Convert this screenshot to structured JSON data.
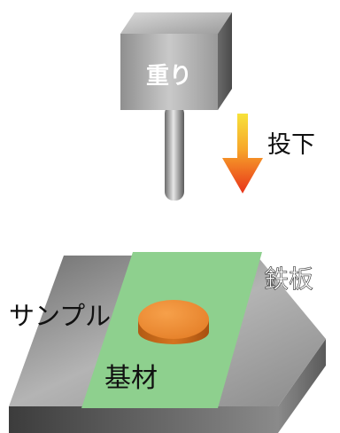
{
  "labels": {
    "weight": "重り",
    "drop": "投下",
    "iron_plate": "鉄板",
    "sample": "サンプル",
    "substrate": "基材"
  },
  "colors": {
    "weight_text": "#ffffff",
    "label_text": "#111111",
    "substrate_fill": "#8ed08e",
    "sample_fill": "#ee8a33",
    "arrow_top": "#f7e23a",
    "arrow_bottom": "#e8331a"
  },
  "icons": {
    "drop_arrow": "down-arrow-icon"
  }
}
